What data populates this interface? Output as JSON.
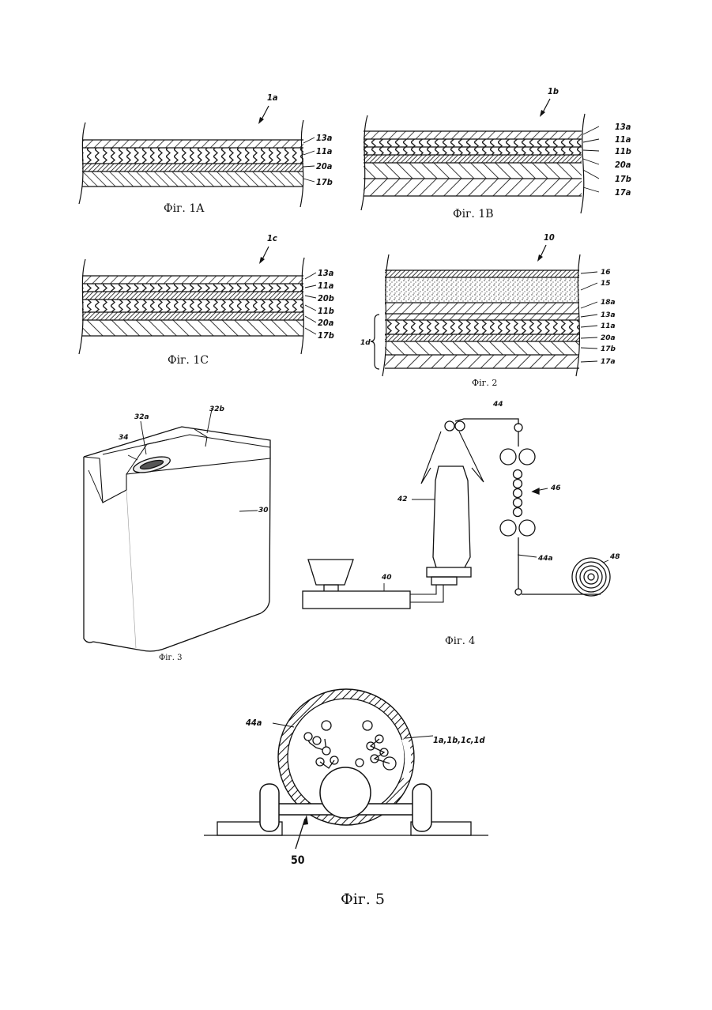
{
  "figures": {
    "fig1a": {
      "caption": "Фіг. 1A",
      "ref": "1a",
      "layers": [
        "13a",
        "11a",
        "20a",
        "17b"
      ]
    },
    "fig1b": {
      "caption": "Фіг. 1B",
      "ref": "1b",
      "layers": [
        "13a",
        "11a",
        "11b",
        "20a",
        "17b",
        "17a"
      ]
    },
    "fig1c": {
      "caption": "Фіг. 1C",
      "ref": "1c",
      "layers": [
        "13a",
        "11a",
        "20b",
        "11b",
        "20a",
        "17b"
      ]
    },
    "fig2": {
      "caption": "Фіг. 2",
      "ref": "10",
      "group_label": "1d",
      "layers": [
        "16",
        "15",
        "18a",
        "13a",
        "11a",
        "20a",
        "17b",
        "17a"
      ]
    },
    "fig3": {
      "caption": "Фіг. 3",
      "labels": {
        "a": "32a",
        "b": "32b",
        "spout": "34",
        "body": "30"
      }
    },
    "fig4": {
      "caption": "Фіг. 4",
      "labels": {
        "film": "44",
        "rollers": "46",
        "tube": "42",
        "extruder": "40",
        "web": "44a",
        "reel": "48"
      }
    },
    "fig5": {
      "caption": "Фіг. 5",
      "labels": {
        "web": "44a",
        "laminates": "1a,1b,1c,1d",
        "frame": "50"
      }
    }
  }
}
